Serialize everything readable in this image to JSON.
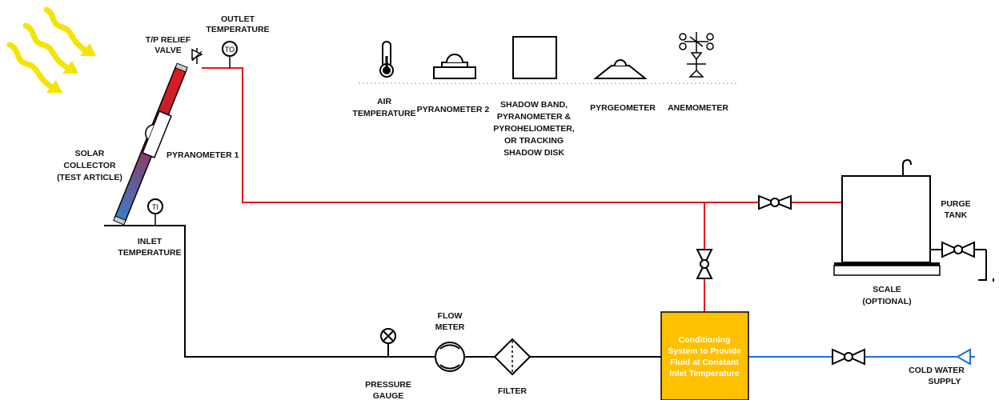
{
  "labels": {
    "tp_relief_valve": [
      "T/P RELIEF",
      "VALVE"
    ],
    "outlet_temperature": [
      "OUTLET",
      "TEMPERATURE"
    ],
    "outlet_symbol": "TO",
    "inlet_symbol": "TI",
    "solar_collector": [
      "SOLAR",
      "COLLECTOR",
      "(TEST ARTICLE)"
    ],
    "pyranometer_1": "PYRANOMETER 1",
    "inlet_temperature": [
      "INLET",
      "TEMPERATURE"
    ],
    "air_temperature": [
      "AIR",
      "TEMPERATURE"
    ],
    "pyranometer_2": "PYRANOMETER 2",
    "shadow_band": [
      "SHADOW BAND,",
      "PYRANOMETER &",
      "PYROHELIOMETER,",
      "OR TRACKING",
      "SHADOW DISK"
    ],
    "pyrgeometer": "PYRGEOMETER",
    "anemometer": "ANEMOMETER",
    "purge_tank": [
      "PURGE",
      "TANK"
    ],
    "scale": [
      "SCALE",
      "(OPTIONAL)"
    ],
    "flow_meter": [
      "FLOW",
      "METER"
    ],
    "pressure_gauge": [
      "PRESSURE",
      "GAUGE"
    ],
    "filter": "FILTER",
    "conditioning_system": [
      "Conditioning",
      "System to Provide",
      "Fluid at Constant",
      "Inlet Temperature"
    ],
    "cold_water_supply": [
      "COLD WATER",
      "SUPPLY"
    ]
  },
  "colors": {
    "hot_line": "#e8141b",
    "cold_line": "#1f6fd1",
    "return_line": "#000000",
    "conditioning_box": "#ffc000",
    "sun_rays": "#f5e400"
  }
}
